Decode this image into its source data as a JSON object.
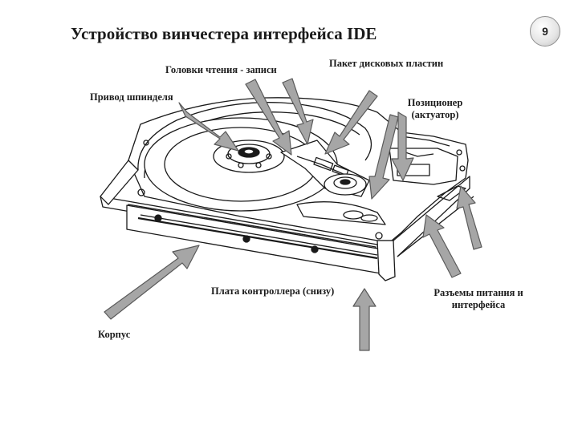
{
  "slide": {
    "title": "Устройство винчестера интерфейса IDE",
    "page_number": "9"
  },
  "labels": {
    "heads": "Головки чтения - записи",
    "platters": "Пакет дисковых пластин",
    "spindle": "Привод шпинделя",
    "actuator_line1": "Позиционер",
    "actuator_line2": "(актуатор)",
    "controller": "Плата контроллера (снизу)",
    "connectors_line1": "Разъемы питания и",
    "connectors_line2": "интерфейса",
    "case": "Корпус"
  },
  "colors": {
    "arrow_fill": "#a6a6a6",
    "arrow_stroke": "#5a5a5a",
    "line_art": "#1a1a1a"
  }
}
